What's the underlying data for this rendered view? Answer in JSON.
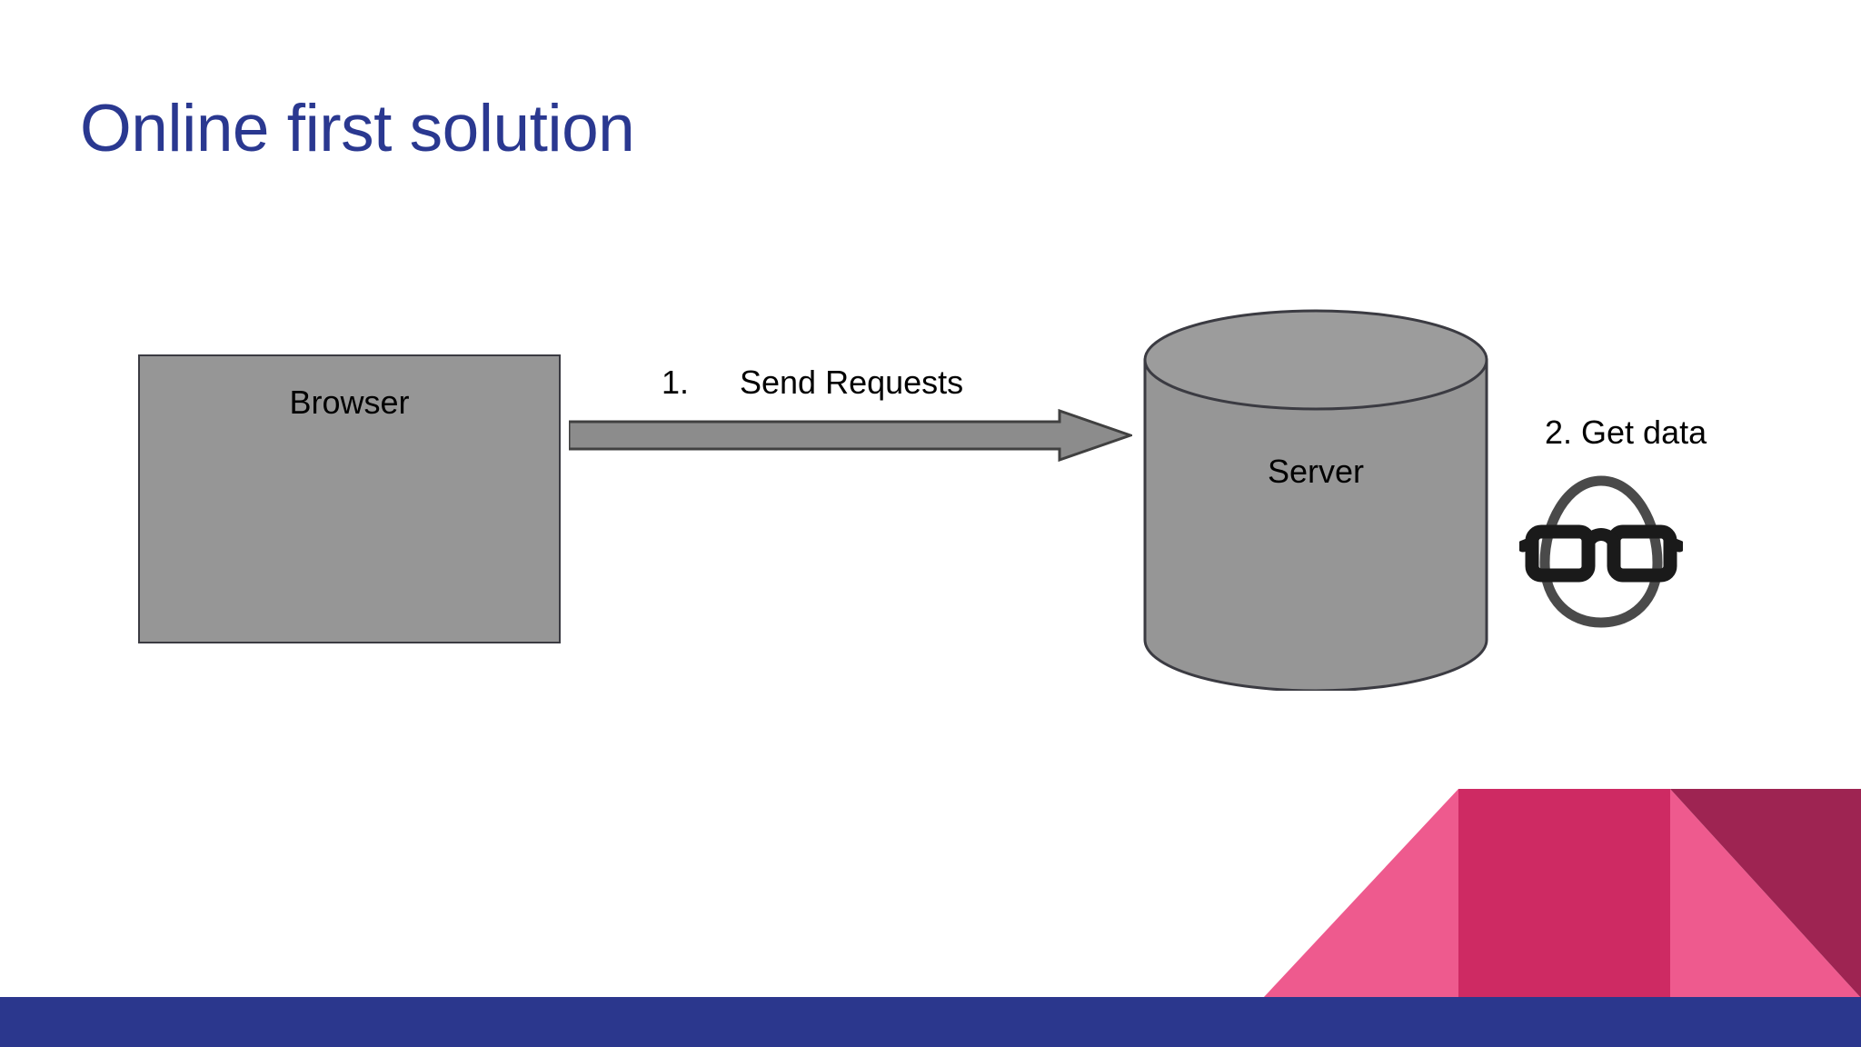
{
  "slide": {
    "title": "Online first solution",
    "title_color": "#2A3890",
    "background": "#ffffff"
  },
  "diagram": {
    "browser": {
      "label": "Browser",
      "fill": "#969696",
      "stroke": "#3B3B42"
    },
    "server": {
      "label": "Server",
      "fill": "#969696",
      "stroke": "#3B3B42",
      "shape": "cylinder"
    },
    "steps": [
      {
        "number": "1.",
        "text": "Send Requests"
      },
      {
        "number": "",
        "text": "2. Get data"
      }
    ],
    "arrow": {
      "name": "send-requests-arrow",
      "direction": "right",
      "fill": "#8C8C8C",
      "stroke": "#404040"
    },
    "user_icon": {
      "name": "nerd-face-glasses-icon",
      "head_color": "#4A4A4A",
      "glasses_color": "#1A1A1A"
    }
  },
  "decoration": {
    "pink_light": "#EE5A8E",
    "pink_dark": "#CE2A63",
    "maroon": "#9E2452",
    "bottom_bar_color": "#2B378D"
  }
}
